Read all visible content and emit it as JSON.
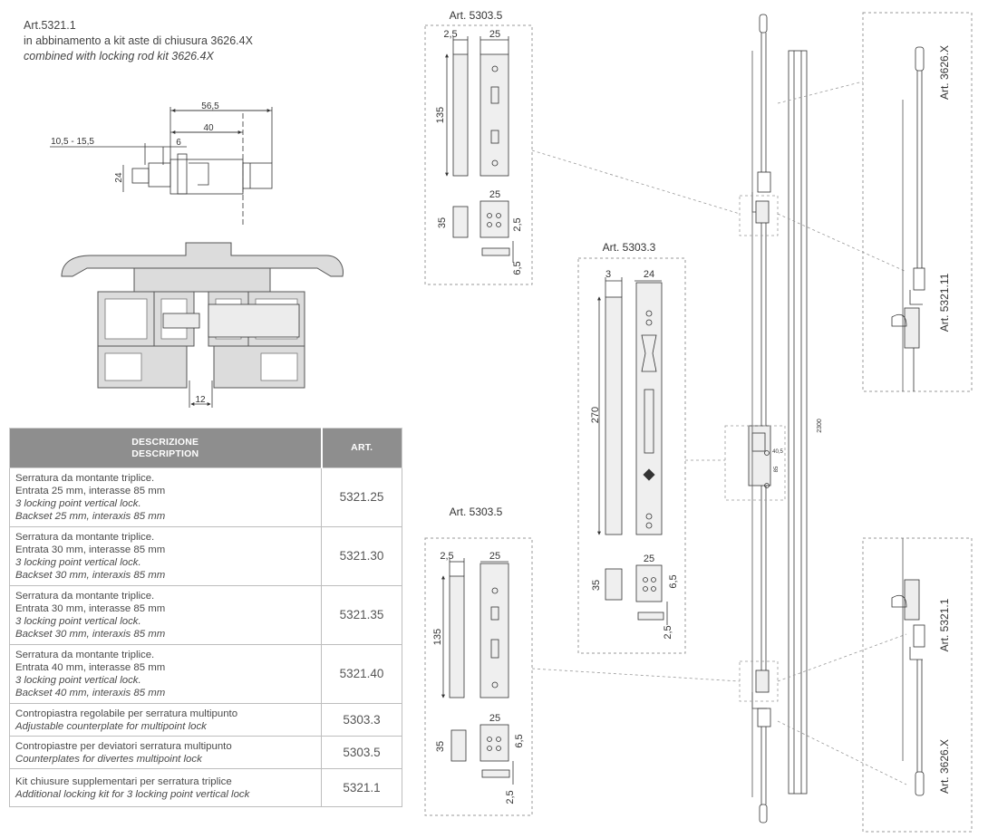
{
  "header": {
    "line1": "Art.5321.1",
    "line2": "in abbinamento a kit aste di chiusura 3626.4X",
    "line3": "combined with locking rod kit 3626.4X"
  },
  "dims": {
    "d56": "56,5",
    "d40": "40",
    "d6": "6",
    "d105": "10,5 - 15,5",
    "d24": "24",
    "d12": "12",
    "d25": "25",
    "d135": "135",
    "d35": "35",
    "d2_5": "2,5",
    "d6_5": "6,5",
    "d3": "3",
    "d270": "270",
    "d2300": "2300",
    "d40_5": "40,5",
    "d85": "85"
  },
  "labels": {
    "art_5303_5_top": "Art. 5303.5",
    "art_5303_3": "Art. 5303.3",
    "art_5303_5_bottom": "Art. 5303.5",
    "art_3626x_top": "Art. 3626.X",
    "art_5321_11": "Art. 5321.11",
    "art_5321_1": "Art. 5321.1",
    "art_3626x_bottom": "Art. 3626.X"
  },
  "table": {
    "col_desc": "DESCRIZIONE",
    "col_desc_en": "DESCRIPTION",
    "col_art": "ART.",
    "rows": [
      {
        "it1": "Serratura da montante triplice.",
        "it2": "Entrata 25 mm, interasse 85 mm",
        "en1": "3 locking point vertical lock.",
        "en2": "Backset 25 mm, interaxis 85 mm",
        "art": "5321.25"
      },
      {
        "it1": "Serratura da montante triplice.",
        "it2": "Entrata 30 mm, interasse 85 mm",
        "en1": "3 locking point vertical lock.",
        "en2": "Backset 30 mm, interaxis 85 mm",
        "art": "5321.30"
      },
      {
        "it1": "Serratura da montante triplice.",
        "it2": "Entrata 30 mm, interasse 85 mm",
        "en1": "3 locking point vertical lock.",
        "en2": "Backset 30 mm, interaxis 85 mm",
        "art": "5321.35"
      },
      {
        "it1": "Serratura da montante triplice.",
        "it2": "Entrata 40 mm, interasse 85 mm",
        "en1": "3 locking point vertical lock.",
        "en2": "Backset 40 mm, interaxis 85 mm",
        "art": "5321.40"
      },
      {
        "it1": "Contropiastra regolabile per serratura multipunto",
        "en1": "Adjustable counterplate for multipoint lock",
        "art": "5303.3"
      },
      {
        "it1": "Contropiastre per deviatori serratura multipunto",
        "en1": "Counterplates for divertes multipoint lock",
        "art": "5303.5"
      },
      {
        "it1": "Kit chiusure supplementari per serratura triplice",
        "en1": "Additional locking kit for 3 locking point vertical lock",
        "art": "5321.1"
      }
    ]
  }
}
